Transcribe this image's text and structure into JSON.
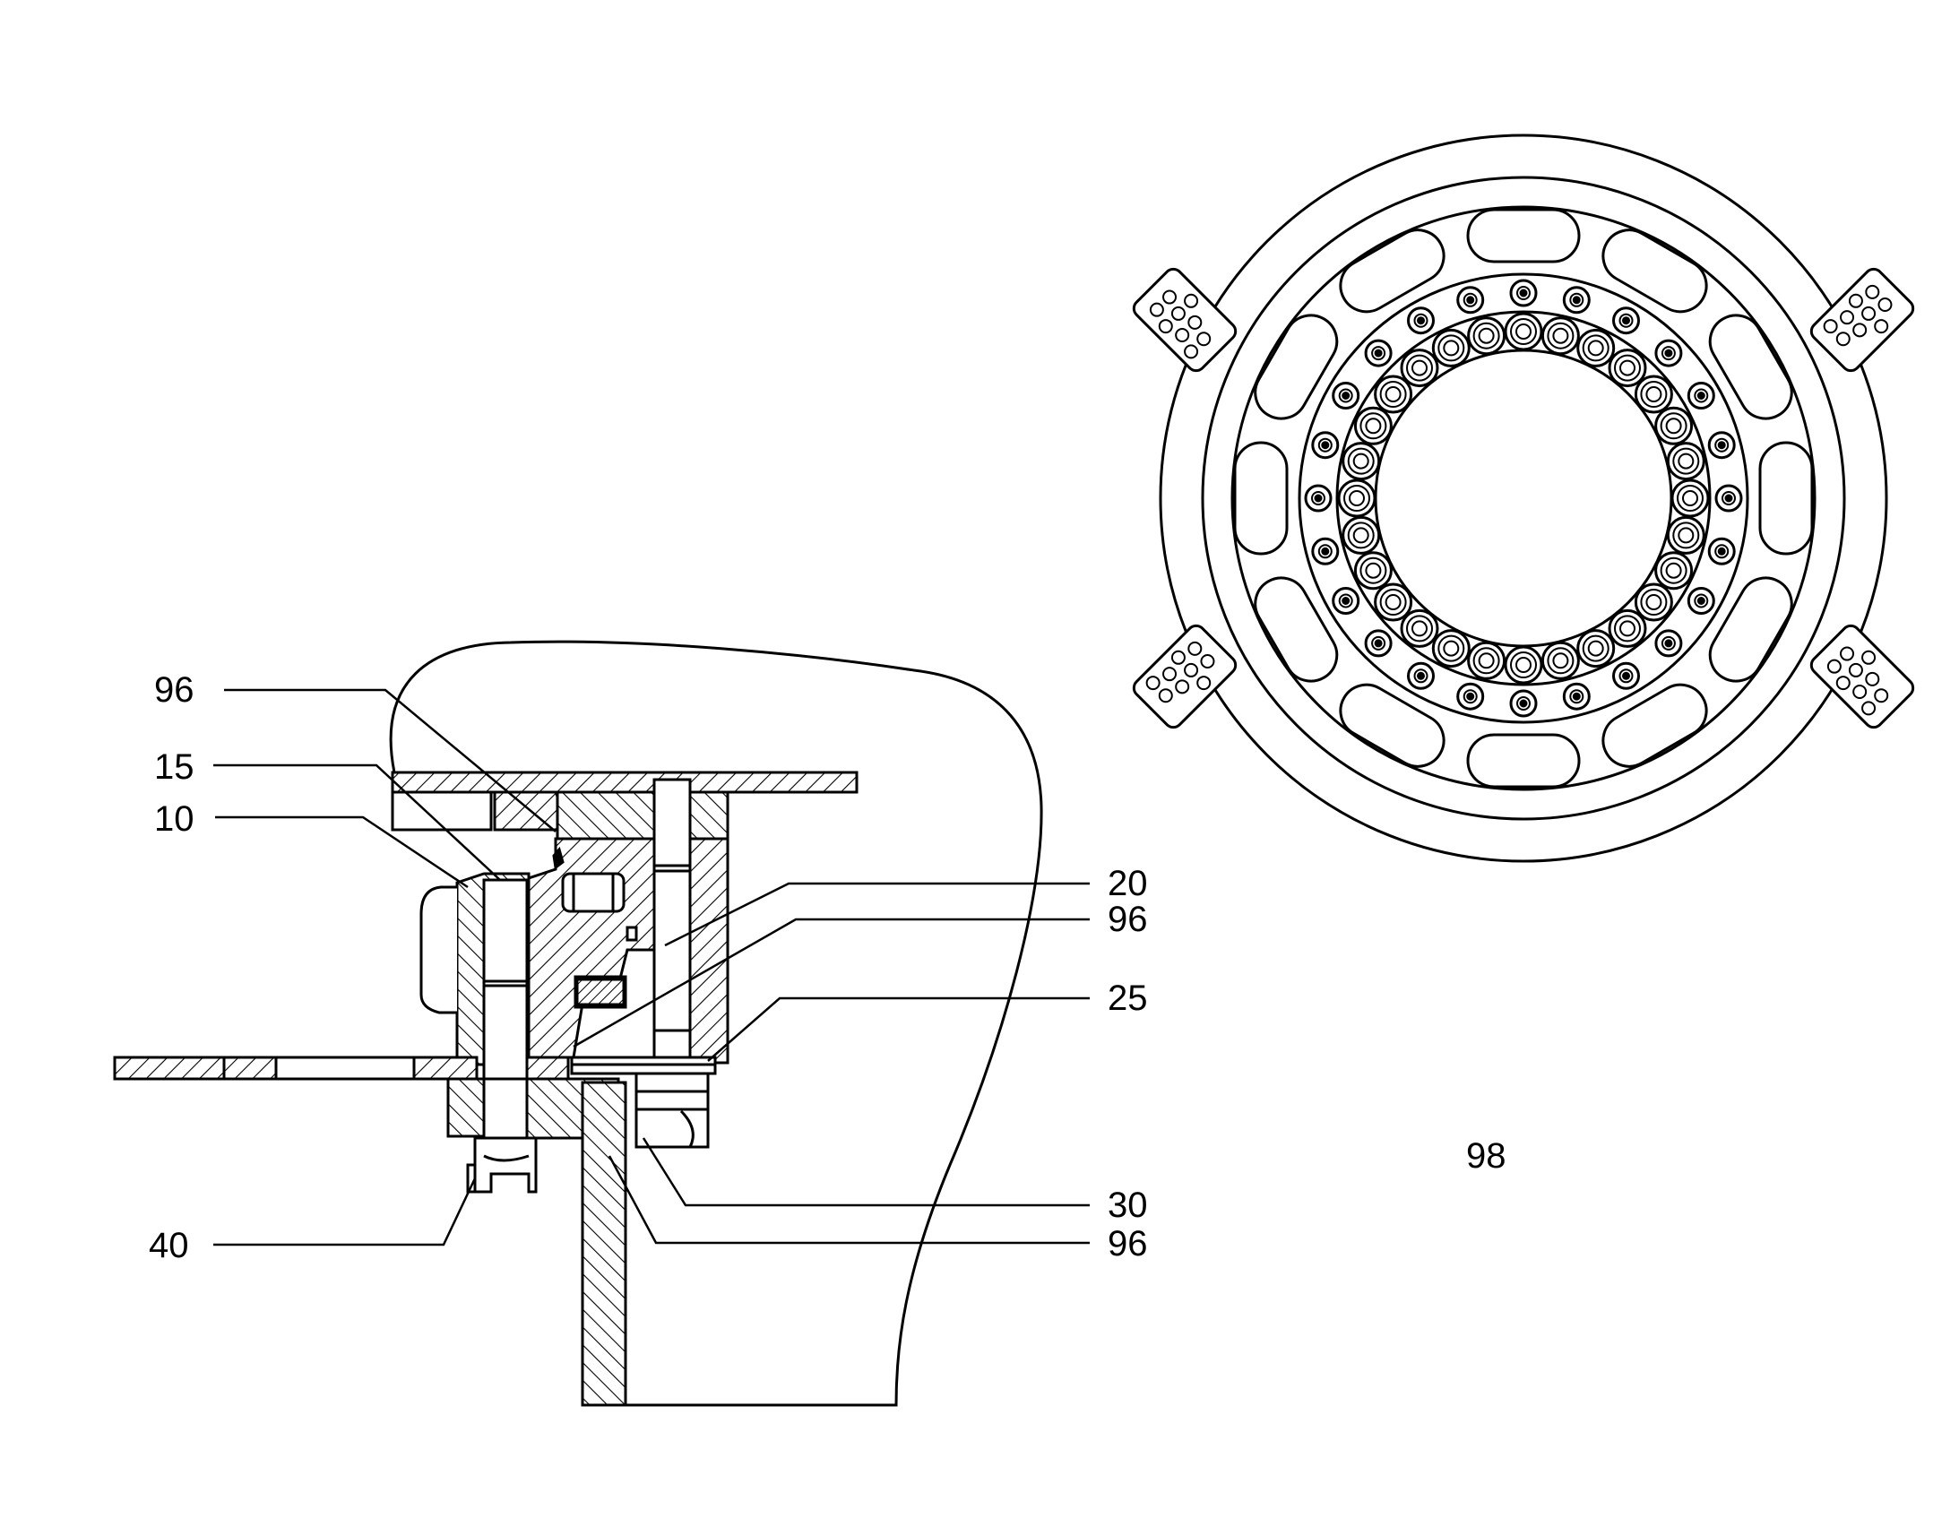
{
  "colors": {
    "ink": "#000000",
    "paper": "#ffffff"
  },
  "labels": {
    "l96_top": "96",
    "l15": "15",
    "l10": "10",
    "l40": "40",
    "l20": "20",
    "l96_mid": "96",
    "l25": "25",
    "l30": "30",
    "l96_bot": "96",
    "l98": "98"
  }
}
